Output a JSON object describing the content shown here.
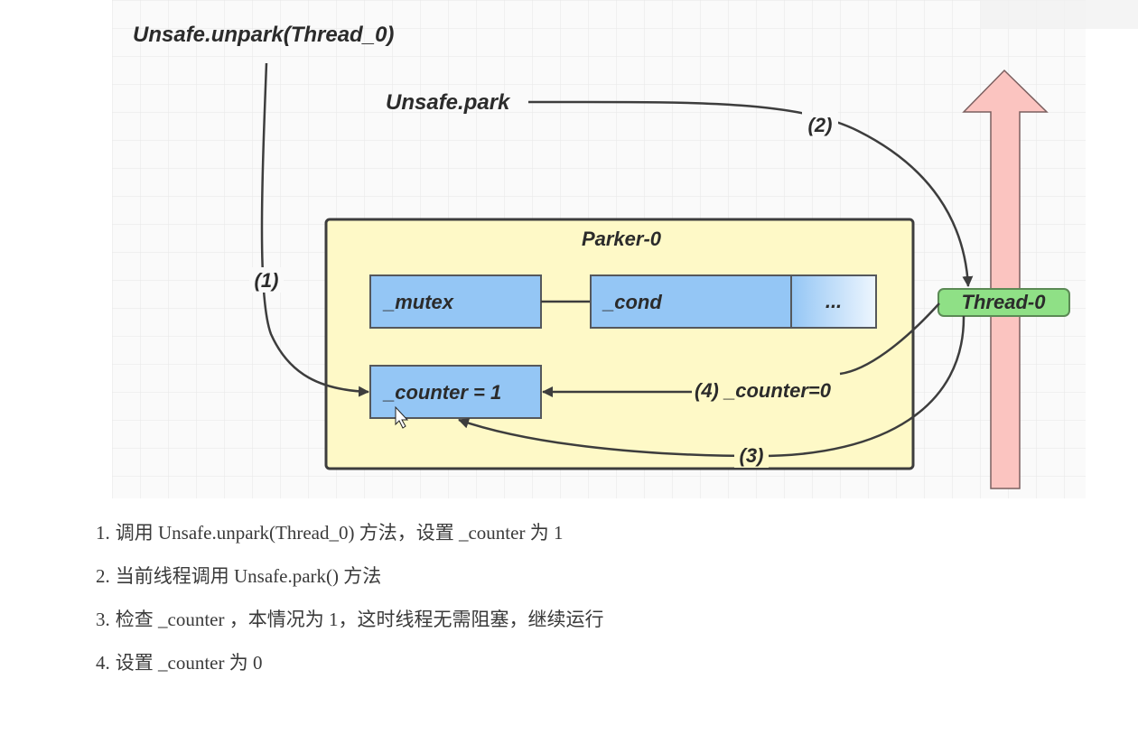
{
  "diagram": {
    "labels": {
      "unpark": "Unsafe.unpark(Thread_0)",
      "park": "Unsafe.park",
      "parker": "Parker-0",
      "mutex": "_mutex",
      "cond": "_cond",
      "ellipsis": "...",
      "counter": "_counter = 1",
      "thread": "Thread-0",
      "step1": "(1)",
      "step2": "(2)",
      "step3": "(3)",
      "step4": "(4) _counter=0"
    },
    "colors": {
      "grid_bg": "#fafafa",
      "parker_fill": "#fef9c7",
      "field_fill": "#94c6f5",
      "thread_fill": "#8fe086",
      "thread_arrow": "#fbc4c0",
      "arrow": "#3d3d3d"
    }
  },
  "steps": [
    {
      "num": "1.",
      "text": "调用 Unsafe.unpark(Thread_0) 方法，设置 _counter 为 1"
    },
    {
      "num": "2.",
      "text": "当前线程调用 Unsafe.park() 方法"
    },
    {
      "num": "3.",
      "text": "检查 _counter ，本情况为 1，这时线程无需阻塞，继续运行"
    },
    {
      "num": "4.",
      "text": "设置 _counter 为 0"
    }
  ]
}
